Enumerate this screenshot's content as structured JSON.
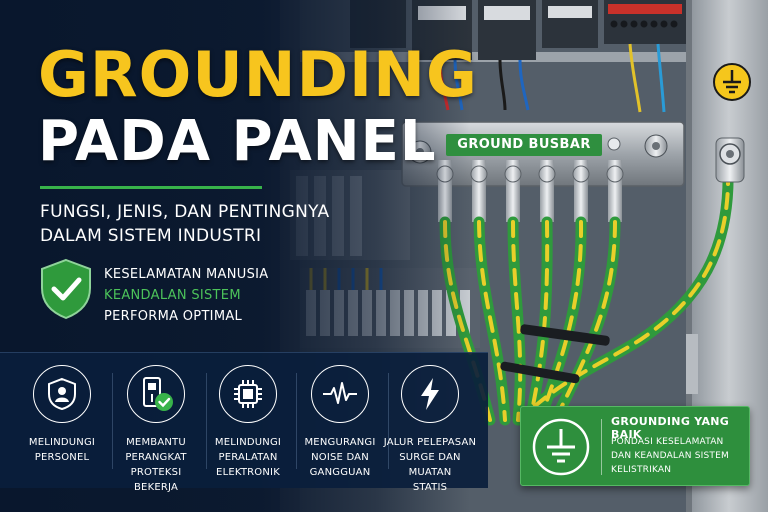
{
  "title": {
    "line1": "GROUNDING",
    "line2": "PADA PANEL"
  },
  "subtitle": {
    "line1": "FUNGSI, JENIS, DAN PENTINGNYA",
    "line2": "DALAM SISTEM INDUSTRI"
  },
  "benefits": [
    {
      "text": "KESELAMATAN MANUSIA"
    },
    {
      "text": "KEANDALAN SISTEM"
    },
    {
      "text": "PERFORMA OPTIMAL"
    }
  ],
  "features": [
    {
      "icon": "user-shield-icon",
      "line1": "MELINDUNGI",
      "line2": "PERSONEL",
      "line3": ""
    },
    {
      "icon": "breaker-check-icon",
      "line1": "MEMBANTU",
      "line2": "PERANGKAT PROTEKSI",
      "line3": "BEKERJA"
    },
    {
      "icon": "chip-icon",
      "line1": "MELINDUNGI",
      "line2": "PERALATAN",
      "line3": "ELEKTRONIK"
    },
    {
      "icon": "waveform-icon",
      "line1": "MENGURANGI",
      "line2": "NOISE DAN",
      "line3": "GANGGUAN"
    },
    {
      "icon": "lightning-icon",
      "line1": "JALUR PELEPASAN",
      "line2": "SURGE DAN MUATAN",
      "line3": "STATIS"
    }
  ],
  "busbar": {
    "label": "GROUND BUSBAR"
  },
  "info_card": {
    "title": "GROUNDING YANG BAIK",
    "line1": "PONDASI KESELAMATAN",
    "line2": "DAN KEANDALAN SISTEM",
    "line3": "KELISTRIKAN"
  },
  "colors": {
    "title_yellow": "#f7c51e",
    "accent_green": "#38b34a",
    "navy": "#0b1a2e",
    "card_green": "#2e8f3d"
  }
}
